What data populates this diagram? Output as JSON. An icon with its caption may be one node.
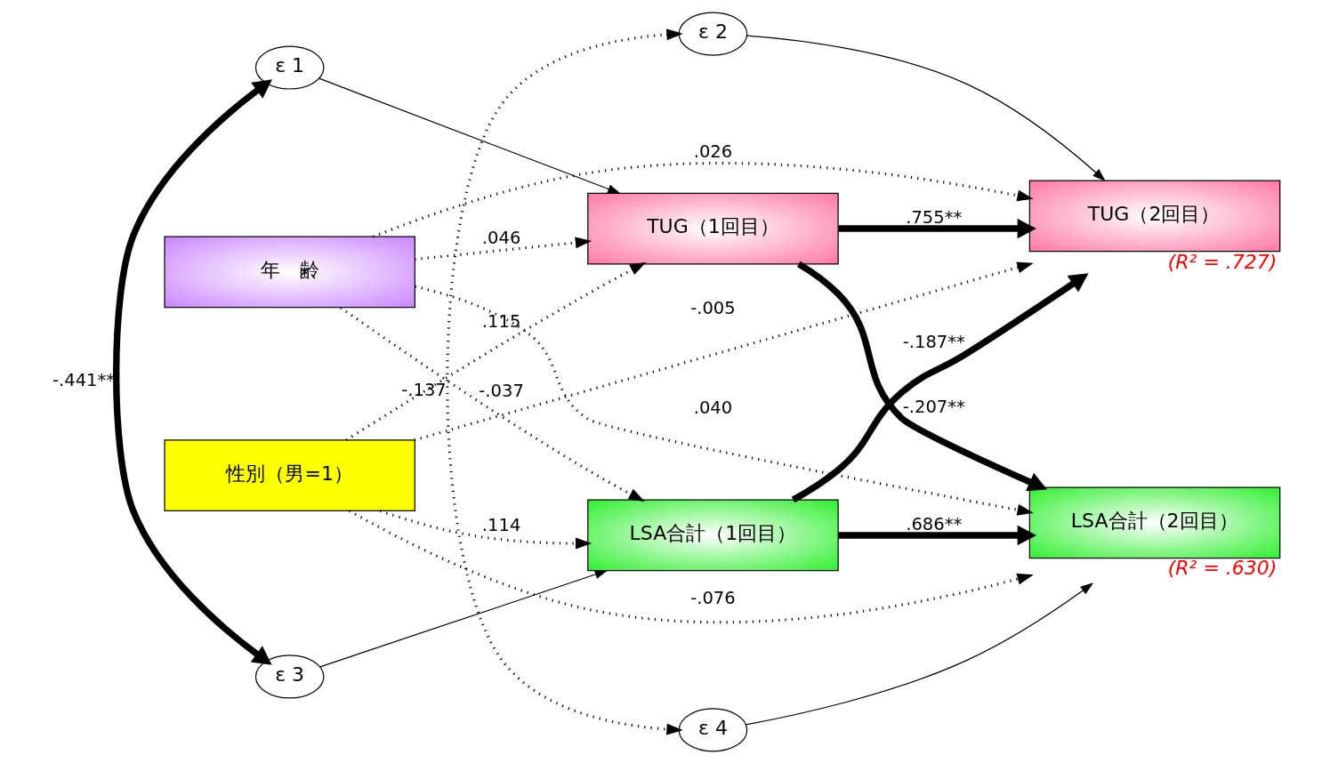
{
  "diagram": {
    "nodes": [
      {
        "text": [
          "ε 1"
        ]
      },
      {
        "text": [
          "ε 2"
        ]
      },
      {
        "text": [
          "TUG（1回目）"
        ]
      },
      {
        "text": [
          "TUG（2回目）"
        ],
        "beside": [
          "(R² = .727)"
        ]
      },
      {
        "text": [
          "性別（男=1）"
        ]
      },
      {
        "text": [
          "年　齢"
        ]
      },
      {
        "text": [
          "LSA合計（1回目）"
        ]
      },
      {
        "text": [
          "LSA合計（2回目）"
        ],
        "beside": [
          "(R² = .630)"
        ]
      },
      {
        "text": [
          "ε 3"
        ]
      },
      {
        "text": [
          "ε 4"
        ]
      }
    ],
    "edges": [
      {
        "from": 0,
        "to": 2,
        "arrow": "to"
      },
      {
        "from": 1,
        "to": 3,
        "arrow": "to"
      },
      {
        "from": 8,
        "to": 6,
        "arrow": "to"
      },
      {
        "from": 9,
        "to": 7,
        "arrow": "to"
      },
      {
        "from": 0,
        "to": 8,
        "arrow": "both",
        "label": "-.441**",
        "style": "thick"
      },
      {
        "from": 1,
        "to": 9,
        "arrow": "both",
        "label": "-.137",
        "style": "dashed"
      },
      {
        "from": 2,
        "to": 3,
        "arrow": "to",
        "label": ".755**",
        "style": "thick"
      },
      {
        "from": 2,
        "to": 7,
        "arrow": "to",
        "label": "-.207**",
        "style": "thick"
      },
      {
        "from": 6,
        "to": 3,
        "arrow": "to",
        "label": "-.187**",
        "style": "thick"
      },
      {
        "from": 6,
        "to": 7,
        "arrow": "to",
        "label": ".686**",
        "style": "thick"
      },
      {
        "from": 4,
        "to": 2,
        "arrow": "to",
        "label": ".115",
        "style": "dashed"
      },
      {
        "from": 4,
        "to": 3,
        "arrow": "to",
        "label": "-.005",
        "style": "dashed"
      },
      {
        "from": 4,
        "to": 6,
        "arrow": "to",
        "label": ".114",
        "style": "dashed"
      },
      {
        "from": 4,
        "to": 7,
        "arrow": "to",
        "label": "-.076",
        "style": "dashed"
      },
      {
        "from": 5,
        "to": 2,
        "arrow": "to",
        "label": ".046",
        "style": "dashed"
      },
      {
        "from": 5,
        "to": 3,
        "arrow": "to",
        "label": ".026",
        "style": "dashed"
      },
      {
        "from": 5,
        "to": 6,
        "arrow": "to",
        "label": "-.037",
        "style": "dashed"
      },
      {
        "from": 5,
        "to": 7,
        "arrow": "to",
        "label": ".040",
        "style": "dashed"
      }
    ]
  }
}
